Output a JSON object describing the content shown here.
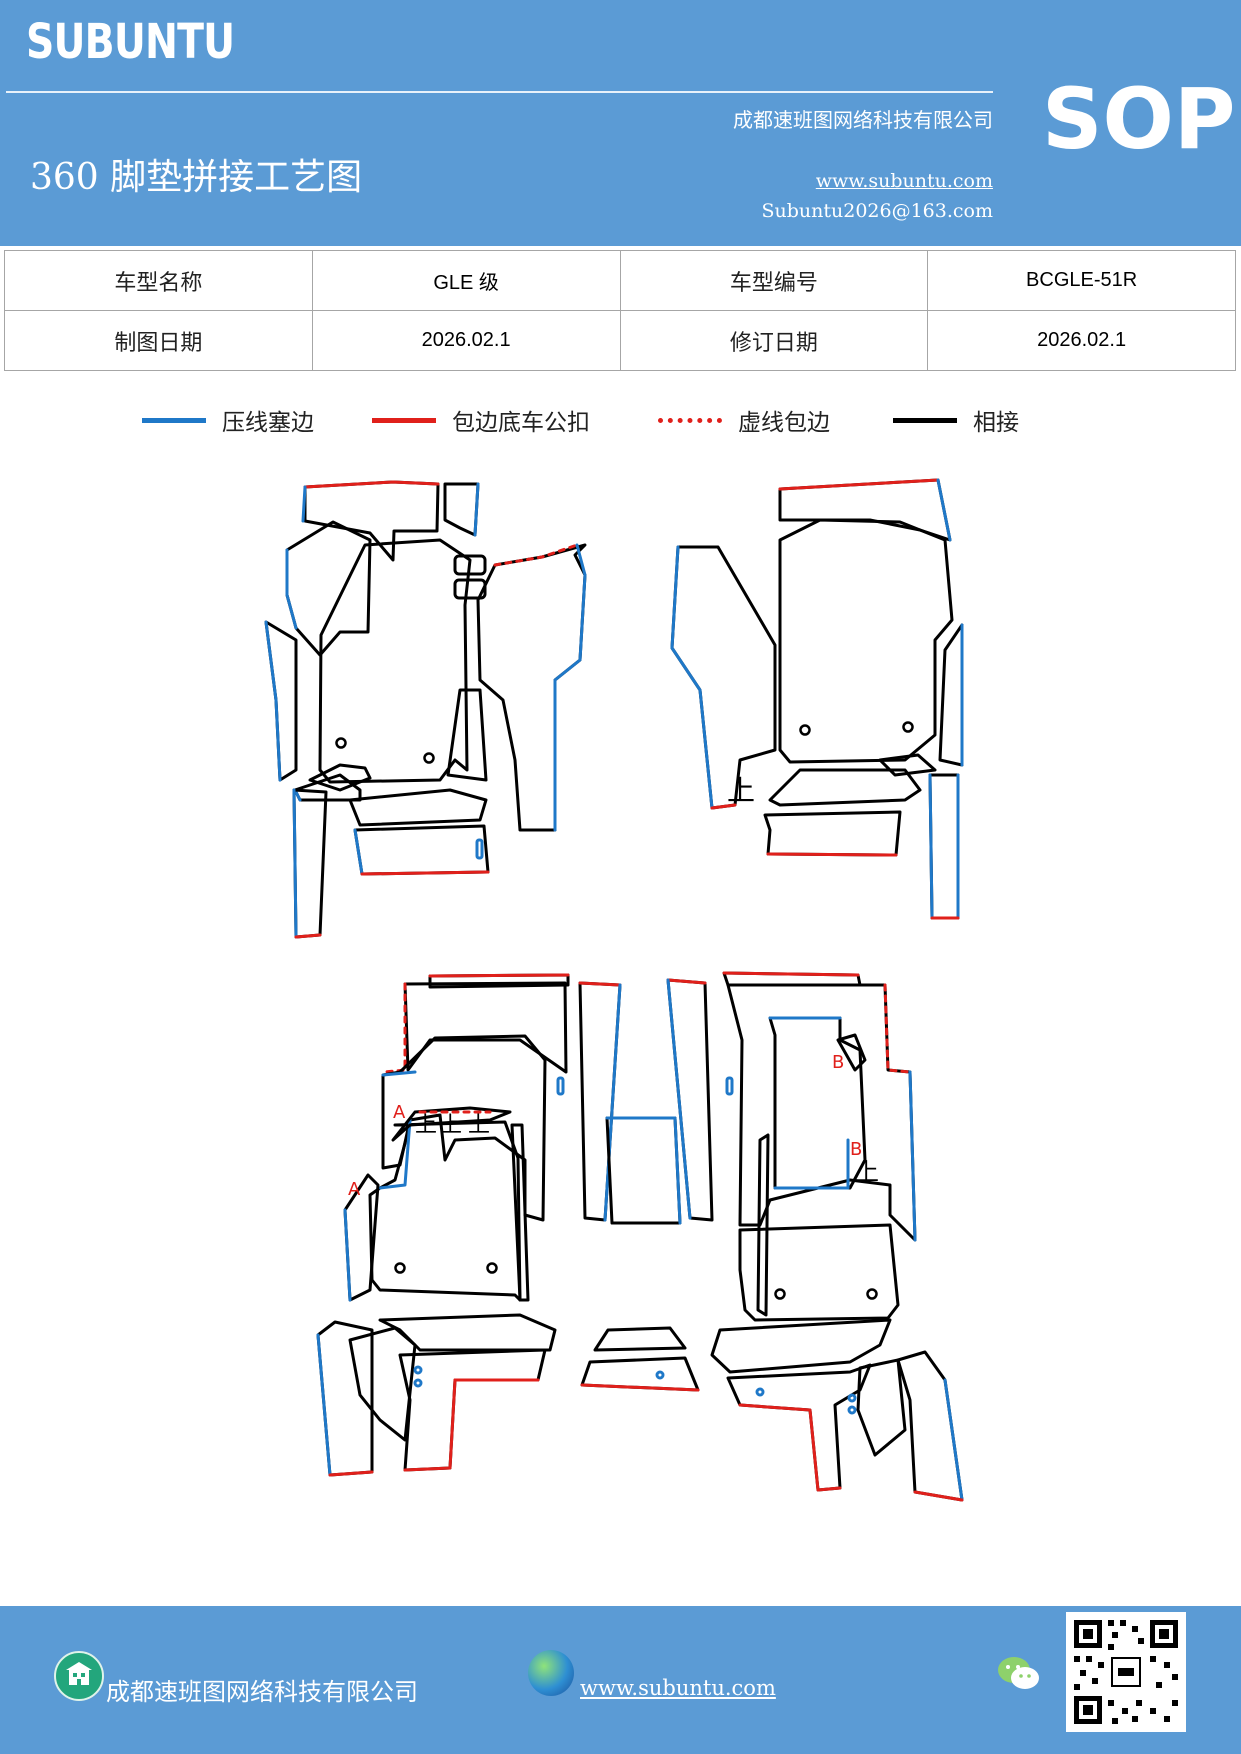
{
  "header": {
    "logo": "SUBUNTU",
    "company": "成都速班图网络科技有限公司",
    "title": "360 脚垫拼接工艺图",
    "website": "www.subuntu.com",
    "email": "Subuntu2026@163.com",
    "badge": "SOP"
  },
  "info": {
    "model_name_label": "车型名称",
    "model_name": "GLE 级",
    "model_code_label": "车型编号",
    "model_code": "BCGLE-51R",
    "draw_date_label": "制图日期",
    "draw_date": "2026.02.1",
    "revise_date_label": "修订日期",
    "revise_date": "2026.02.1"
  },
  "legend": [
    {
      "label": "压线塞边",
      "color": "#1f78c8",
      "style": "solid"
    },
    {
      "label": "包边底车公扣",
      "color": "#e0201b",
      "style": "solid"
    },
    {
      "label": "虚线包边",
      "color": "#e0201b",
      "style": "dotted"
    },
    {
      "label": "相接",
      "color": "#000000",
      "style": "solid"
    }
  ],
  "diagram": {
    "up_mark": "上",
    "label_a": "A",
    "label_b": "B"
  },
  "footer": {
    "company": "成都速班图网络科技有限公司",
    "website": "www.subuntu.com"
  },
  "colors": {
    "header_bg": "#5b9bd5",
    "blue_line": "#1f78c8",
    "red_line": "#e0201b"
  }
}
